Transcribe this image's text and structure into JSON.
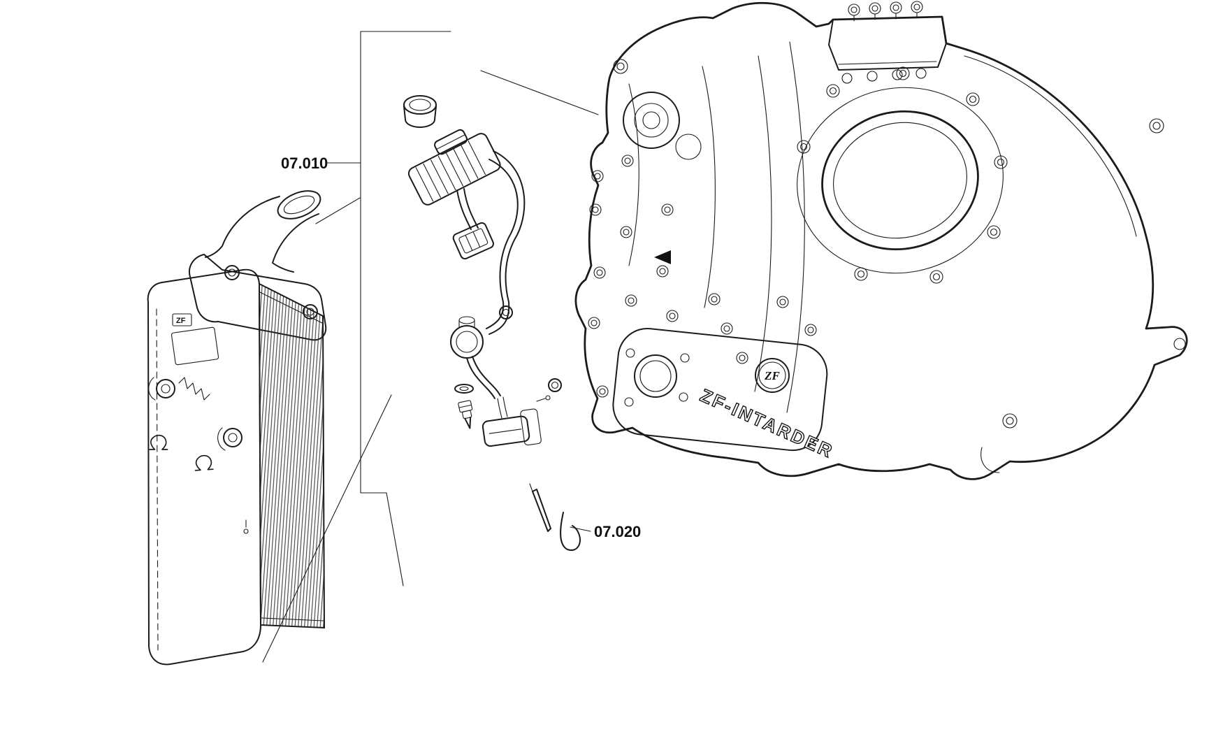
{
  "figure": {
    "background_color": "#ffffff",
    "line_color": "#1b1b1b"
  },
  "labels": {
    "part_07_010": "07.010",
    "part_07_020": "07.020"
  },
  "markings": {
    "housing_badge": "ZF",
    "housing_side_text": "ZF-INTARDER",
    "cooler_badge": "ZF"
  }
}
